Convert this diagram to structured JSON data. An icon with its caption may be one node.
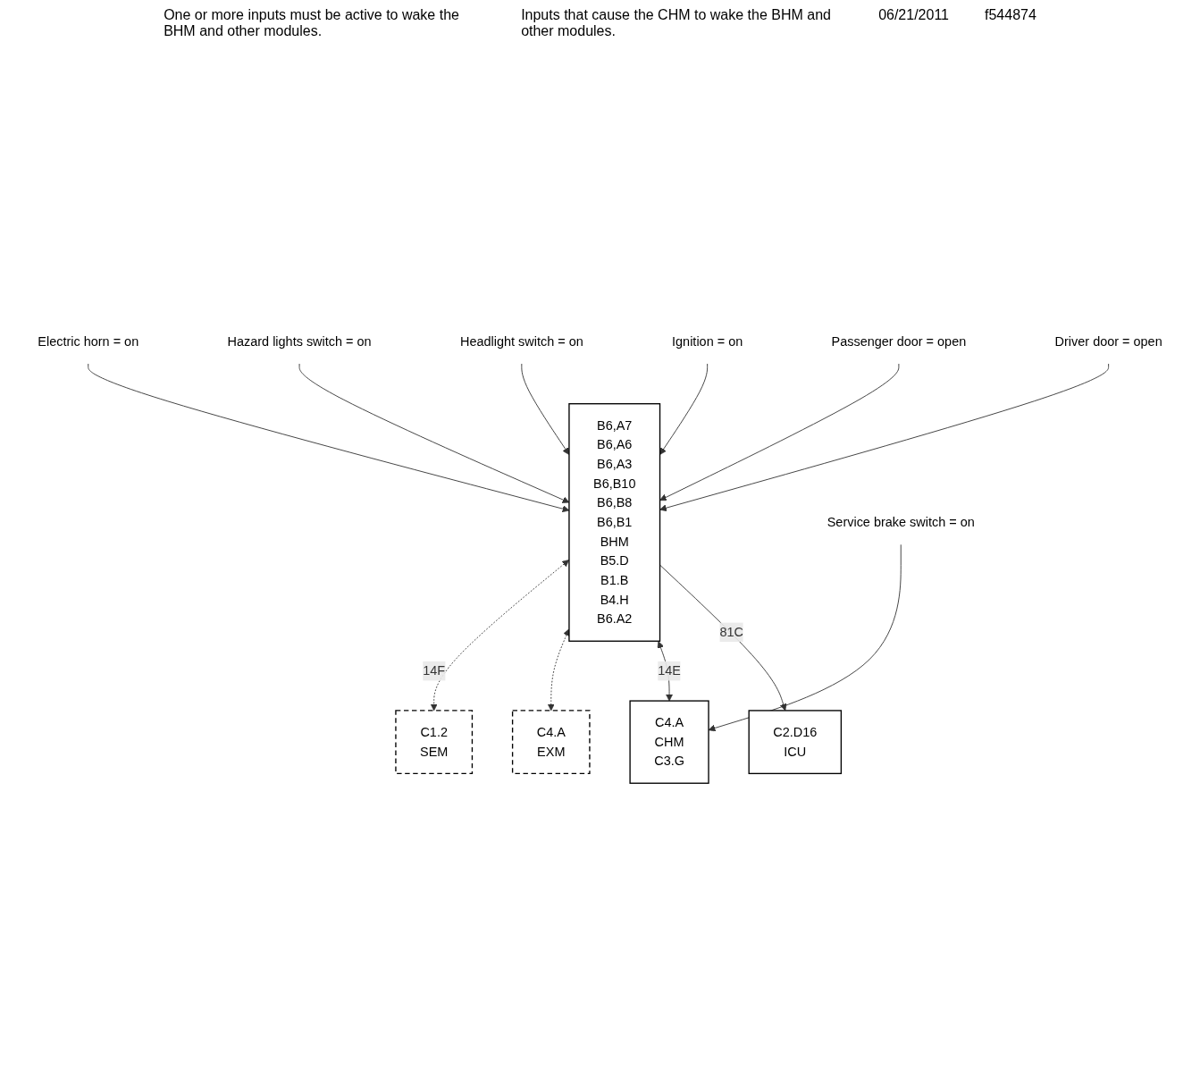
{
  "diagram": {
    "nodes": [
      {
        "text": [
          "Driver door = open"
        ]
      },
      {
        "text": [
          "Passenger door = open"
        ]
      },
      {
        "text": [
          "Ignition = on"
        ]
      },
      {
        "text": [
          "Headlight switch = on"
        ]
      },
      {
        "text": [
          "Hazard lights switch = on"
        ]
      },
      {
        "text": [
          "Electric horn = on"
        ]
      },
      {
        "text": [
          "B6,A7",
          "B6,A6",
          "B6,A3",
          "B6,B10",
          "B6,B8",
          "B6,B1",
          "BHM",
          "B5.D",
          "B1.B",
          "B4.H",
          "B6.A2"
        ]
      },
      {
        "text": [
          "C2.D16",
          "ICU"
        ]
      },
      {
        "text": [
          "C4.A",
          "CHM",
          "C3.G"
        ]
      },
      {
        "text": [
          "C4.A",
          "EXM"
        ]
      },
      {
        "text": [
          "C1.2",
          "SEM"
        ]
      },
      {
        "text": [
          "Service brake switch = on"
        ]
      }
    ],
    "edges": [
      {
        "from": 0,
        "to": 6,
        "arrow": "to"
      },
      {
        "from": 1,
        "to": 6,
        "arrow": "to"
      },
      {
        "from": 2,
        "to": 6,
        "arrow": "to"
      },
      {
        "from": 3,
        "to": 6,
        "arrow": "to"
      },
      {
        "from": 4,
        "to": 6,
        "arrow": "to"
      },
      {
        "from": 5,
        "to": 6,
        "arrow": "to"
      },
      {
        "from": 6,
        "to": 7,
        "arrow": "to",
        "label": "81C"
      },
      {
        "from": 6,
        "to": 8,
        "arrow": "both",
        "label": "14E"
      },
      {
        "from": 6,
        "to": 9,
        "arrow": "both",
        "style": "dashed"
      },
      {
        "from": 6,
        "to": 10,
        "arrow": "both",
        "style": "dashed",
        "label": "14F"
      },
      {
        "from": 11,
        "to": 8,
        "arrow": "to"
      }
    ],
    "labels": [
      "One or more inputs must be active to wake the BHM and other modules.",
      "Inputs that cause the CHM to wake the BHM and other modules.",
      "06/21/2011",
      "f544874"
    ]
  }
}
